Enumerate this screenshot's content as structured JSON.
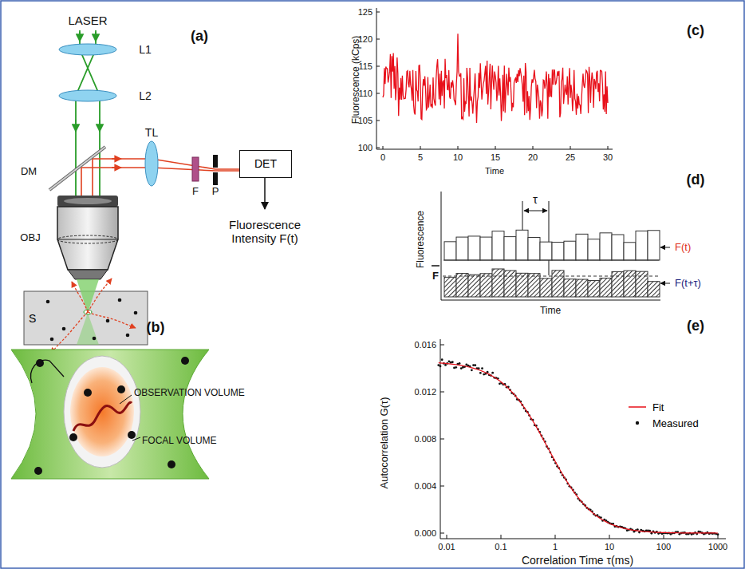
{
  "diagram": {
    "nodes": [
      {
        "text": [
          "DET"
        ]
      },
      {
        "text": [
          "S"
        ]
      }
    ],
    "labels": [
      "(a)",
      "LASER",
      "L1",
      "L2",
      "DM",
      "TL",
      "F",
      "P",
      "OBJ",
      "Fluorescence Intensity F(t)",
      "(b)",
      "OBSERVATION VOLUME",
      "FOCAL VOLUME",
      "(c)",
      "125",
      "120",
      "115",
      "110",
      "105",
      "100",
      "0",
      "5",
      "10",
      "15",
      "20",
      "25",
      "30",
      "Fluorescence (kCps)",
      "Time",
      "(d)",
      "τ",
      "F(t)",
      "F(t+τ)",
      "Fluorescence",
      "F",
      "Time",
      "(e)",
      "0.016",
      "0.012",
      "0.008",
      "0.004",
      "0.000",
      "0.01",
      "0.1",
      "1",
      "10",
      "100",
      "1000",
      "Autocorrelation G(τ)",
      "Correlation Time τ(ms)"
    ],
    "legend": [
      {
        "text": "Fit"
      },
      {
        "text": "Measured"
      }
    ]
  }
}
